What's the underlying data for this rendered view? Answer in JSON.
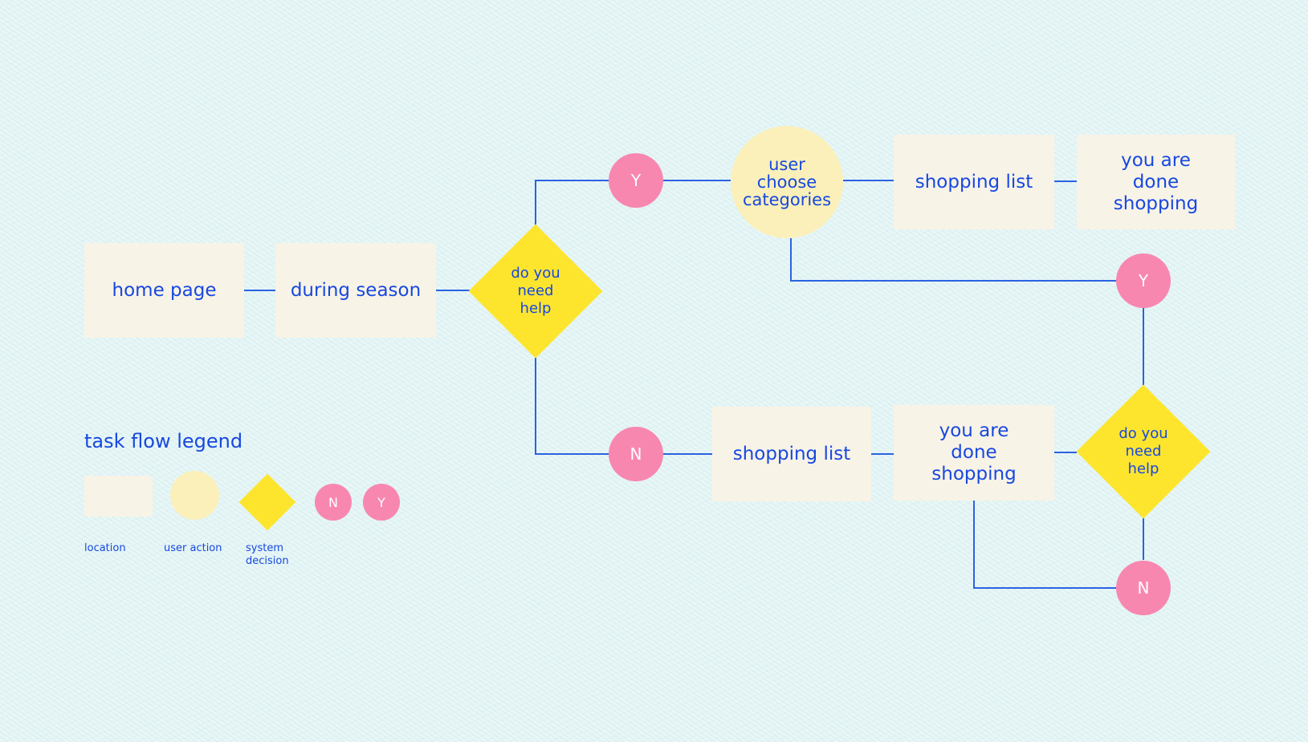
{
  "nodes": {
    "home_page": "home page",
    "during_season": "during season",
    "decision_1": "do you need help",
    "yes_1": "Y",
    "no_1": "N",
    "user_choose_categories": "user choose categories",
    "shopping_list_top": "shopping list",
    "done_top": "you are done shopping",
    "yes_2": "Y",
    "decision_2": "do you need help",
    "shopping_list_bottom": "shopping list",
    "done_bottom": "you are done shopping",
    "no_2": "N"
  },
  "legend": {
    "title": "task flow legend",
    "location": "location",
    "user_action": "user action",
    "system_decision": "system decision",
    "no": "N",
    "yes": "Y"
  },
  "colors": {
    "location": "#f8f3e7",
    "user_action": "#fbf0b9",
    "system_decision": "#fde52e",
    "yes_no": "#f887b0",
    "connector": "#2b62e3",
    "text": "#1748e0"
  }
}
